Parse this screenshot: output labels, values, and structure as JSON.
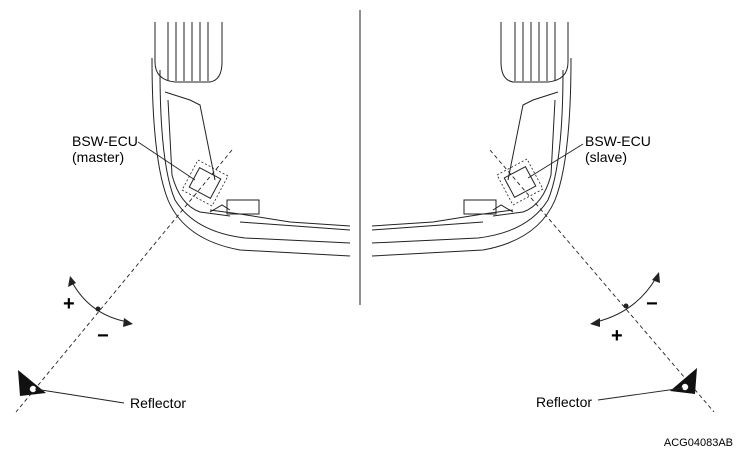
{
  "labels": {
    "left_ecu_line1": "BSW-ECU",
    "left_ecu_line2": "(master)",
    "right_ecu_line1": "BSW-ECU",
    "right_ecu_line2": "(slave)",
    "left_reflector": "Reflector",
    "right_reflector": "Reflector",
    "left_plus": "+",
    "left_minus": "−",
    "right_plus": "+",
    "right_minus": "−",
    "figure_code": "ACG04083AB"
  }
}
